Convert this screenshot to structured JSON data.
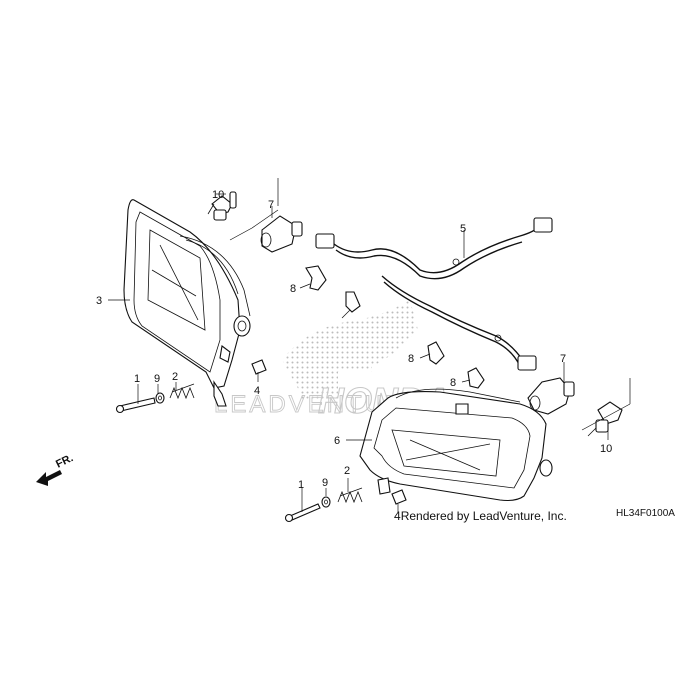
{
  "watermark": {
    "text": "LEADVENTURE",
    "brand": "HONDA",
    "color": "#c8c8c8"
  },
  "callouts": {
    "c1a": "1",
    "c9a": "9",
    "c2a": "2",
    "c3": "3",
    "c4a": "4",
    "c10a": "10",
    "c7a": "7",
    "c8a": "8",
    "c8b": "8",
    "c8c": "8",
    "c5": "5",
    "c7b": "7",
    "c6": "6",
    "c10b": "10",
    "c1b": "1",
    "c9b": "9",
    "c2b": "2"
  },
  "credit": {
    "number": "4",
    "text": "Rendered by LeadVenture, Inc."
  },
  "diagram_code": "HL34F0100A",
  "direction_label": "FR.",
  "colors": {
    "line": "#111111",
    "watermark": "#c8c8c8"
  }
}
